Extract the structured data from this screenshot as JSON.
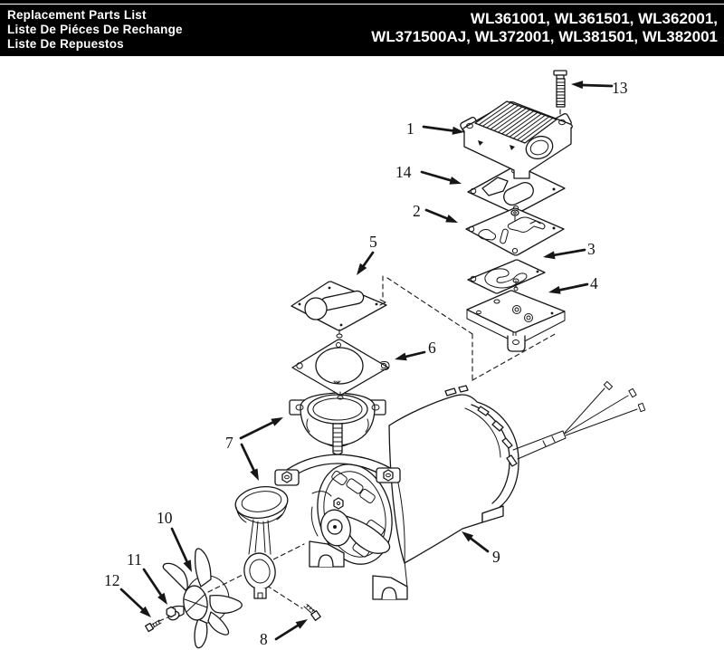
{
  "header": {
    "titles": [
      "Replacement Parts List",
      "Liste De Piéces De Rechange",
      "Liste De Repuestos"
    ],
    "models": [
      "WL361001, WL361501, WL362001,",
      "WL371500AJ, WL372001, WL381501, WL382001"
    ],
    "bar_color": "#000000",
    "text_color": "#ffffff"
  },
  "diagram": {
    "ink_color": "#161616",
    "background_color": "#ffffff",
    "callouts": [
      "1",
      "2",
      "3",
      "4",
      "5",
      "6",
      "7",
      "8",
      "9",
      "10",
      "11",
      "12",
      "13",
      "14"
    ]
  }
}
